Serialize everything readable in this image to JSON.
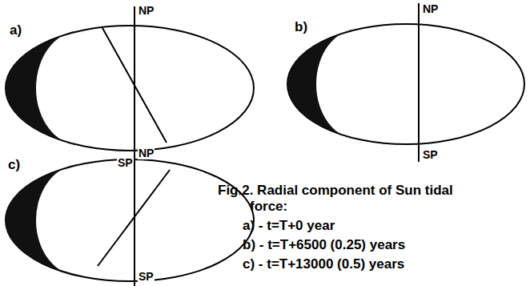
{
  "diagram": {
    "caption": "Fig.2. Radial component of Sun tidal force:",
    "labels": [
      "a)",
      "NP",
      "SP",
      "b)",
      "NP",
      "SP",
      "c)",
      "NP",
      "SP",
      "a) - t=T+0 year",
      "b) - t=T+6500 (0.25) years",
      "c) - t=T+13000 (0.5) years"
    ]
  }
}
